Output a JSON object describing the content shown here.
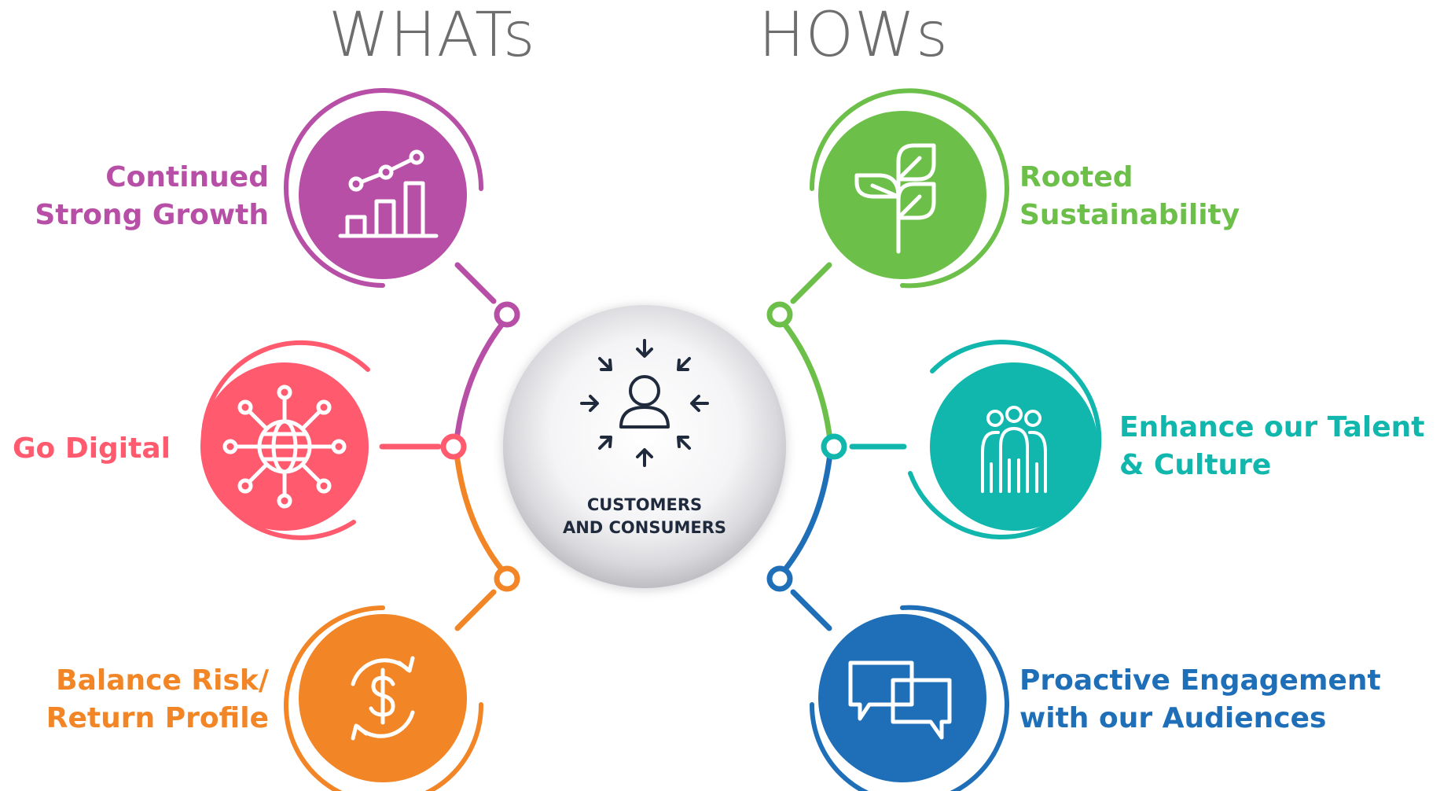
{
  "headings": {
    "whats": "WHATs",
    "hows": "HOWs"
  },
  "center": {
    "line1": "CUSTOMERS",
    "line2": "AND CONSUMERS",
    "icon": "customer-focus-icon"
  },
  "whats": [
    {
      "line1": "Continued",
      "line2": "Strong Growth",
      "color": "#b84fa6",
      "icon": "growth-chart-icon"
    },
    {
      "line1": "Go Digital",
      "line2": "",
      "color": "#ff5a6e",
      "icon": "digital-globe-network-icon"
    },
    {
      "line1": "Balance Risk/",
      "line2": "Return Profile",
      "color": "#f28526",
      "icon": "dollar-cycle-icon"
    }
  ],
  "hows": [
    {
      "line1": "Rooted",
      "line2": "Sustainability",
      "color": "#6cc04a",
      "icon": "plant-leaves-icon"
    },
    {
      "line1": "Enhance our Talent",
      "line2": "& Culture",
      "color": "#11b7ad",
      "icon": "people-group-icon"
    },
    {
      "line1": "Proactive Engagement",
      "line2": "with our Audiences",
      "color": "#1f6fb8",
      "icon": "chat-bubbles-icon"
    }
  ]
}
